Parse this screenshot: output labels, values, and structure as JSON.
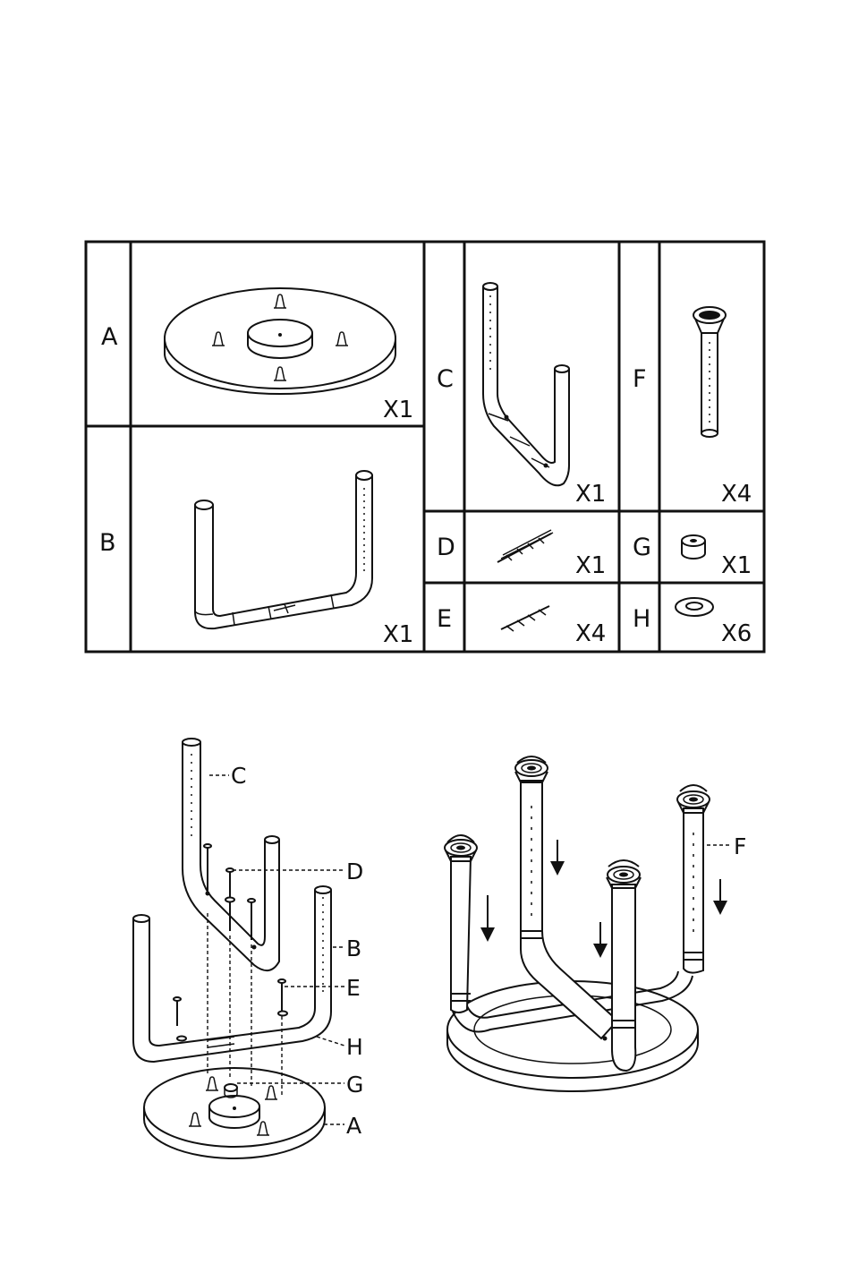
{
  "parts_table": {
    "parts": [
      {
        "letter": "A",
        "quantity": "X1"
      },
      {
        "letter": "B",
        "quantity": "X1"
      },
      {
        "letter": "C",
        "quantity": "X1"
      },
      {
        "letter": "D",
        "quantity": "X1"
      },
      {
        "letter": "E",
        "quantity": "X4"
      },
      {
        "letter": "F",
        "quantity": "X4"
      },
      {
        "letter": "G",
        "quantity": "X1"
      },
      {
        "letter": "H",
        "quantity": "X6"
      }
    ]
  },
  "assembly": {
    "callouts": [
      "C",
      "D",
      "B",
      "E",
      "H",
      "G",
      "A"
    ],
    "final_callout": "F"
  }
}
